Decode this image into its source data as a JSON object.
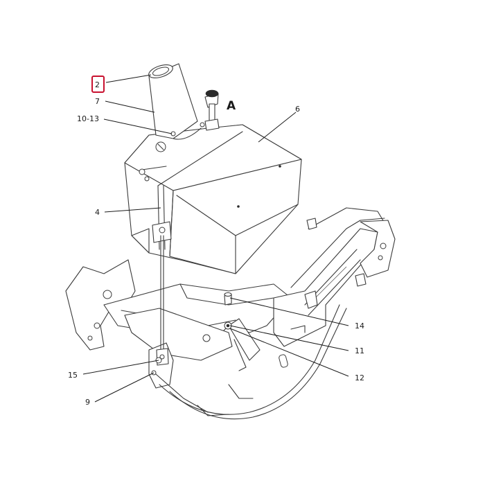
{
  "callouts": {
    "c2": "2",
    "c7": "7",
    "c10_13": "10-13",
    "c6": "6",
    "c4": "4",
    "c14": "14",
    "c11": "11",
    "c12": "12",
    "c15": "15",
    "c9": "9",
    "view_a": "A"
  },
  "highlight_color": "#c8102e"
}
